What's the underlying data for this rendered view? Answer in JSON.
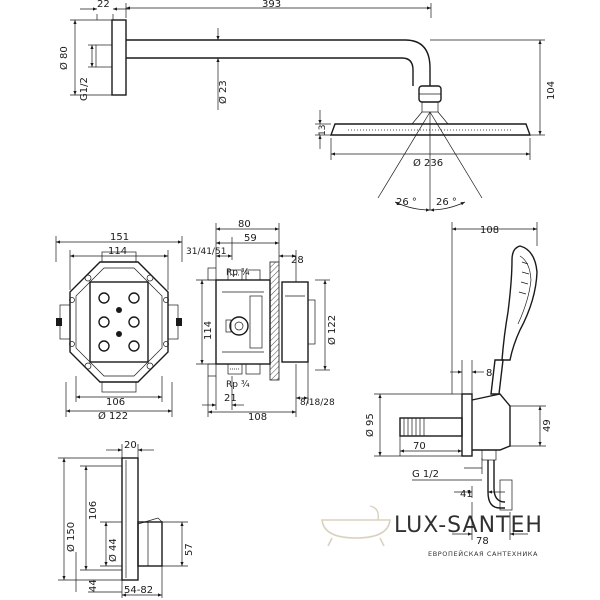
{
  "shower_arm": {
    "dims": [
      "22",
      "393",
      "Ø 80",
      "G1/2",
      "Ø 23",
      "104",
      "13",
      "Ø 236",
      "26 °",
      "26 °"
    ]
  },
  "mounting_box_front": {
    "dims": [
      "151",
      "114",
      "106",
      "Ø 122"
    ]
  },
  "mounting_box_side": {
    "dims": [
      "80",
      "59",
      "31/41/51",
      "28",
      "Rp ¾",
      "Rp ¾",
      "114",
      "Ø 122",
      "21",
      "108",
      "8/18/28"
    ]
  },
  "hand_shower": {
    "dims": [
      "108",
      "8",
      "Ø 95",
      "70",
      "49",
      "G 1/2",
      "41",
      "78"
    ]
  },
  "thermostat": {
    "dims": [
      "20",
      "Ø 150",
      "106",
      "Ø 44",
      "44",
      "57",
      "54-82"
    ]
  },
  "watermark": {
    "logo": "LUX-SANTEH",
    "tagline": "ЕВРОПЕЙСКАЯ САНТЕХНИКА"
  }
}
